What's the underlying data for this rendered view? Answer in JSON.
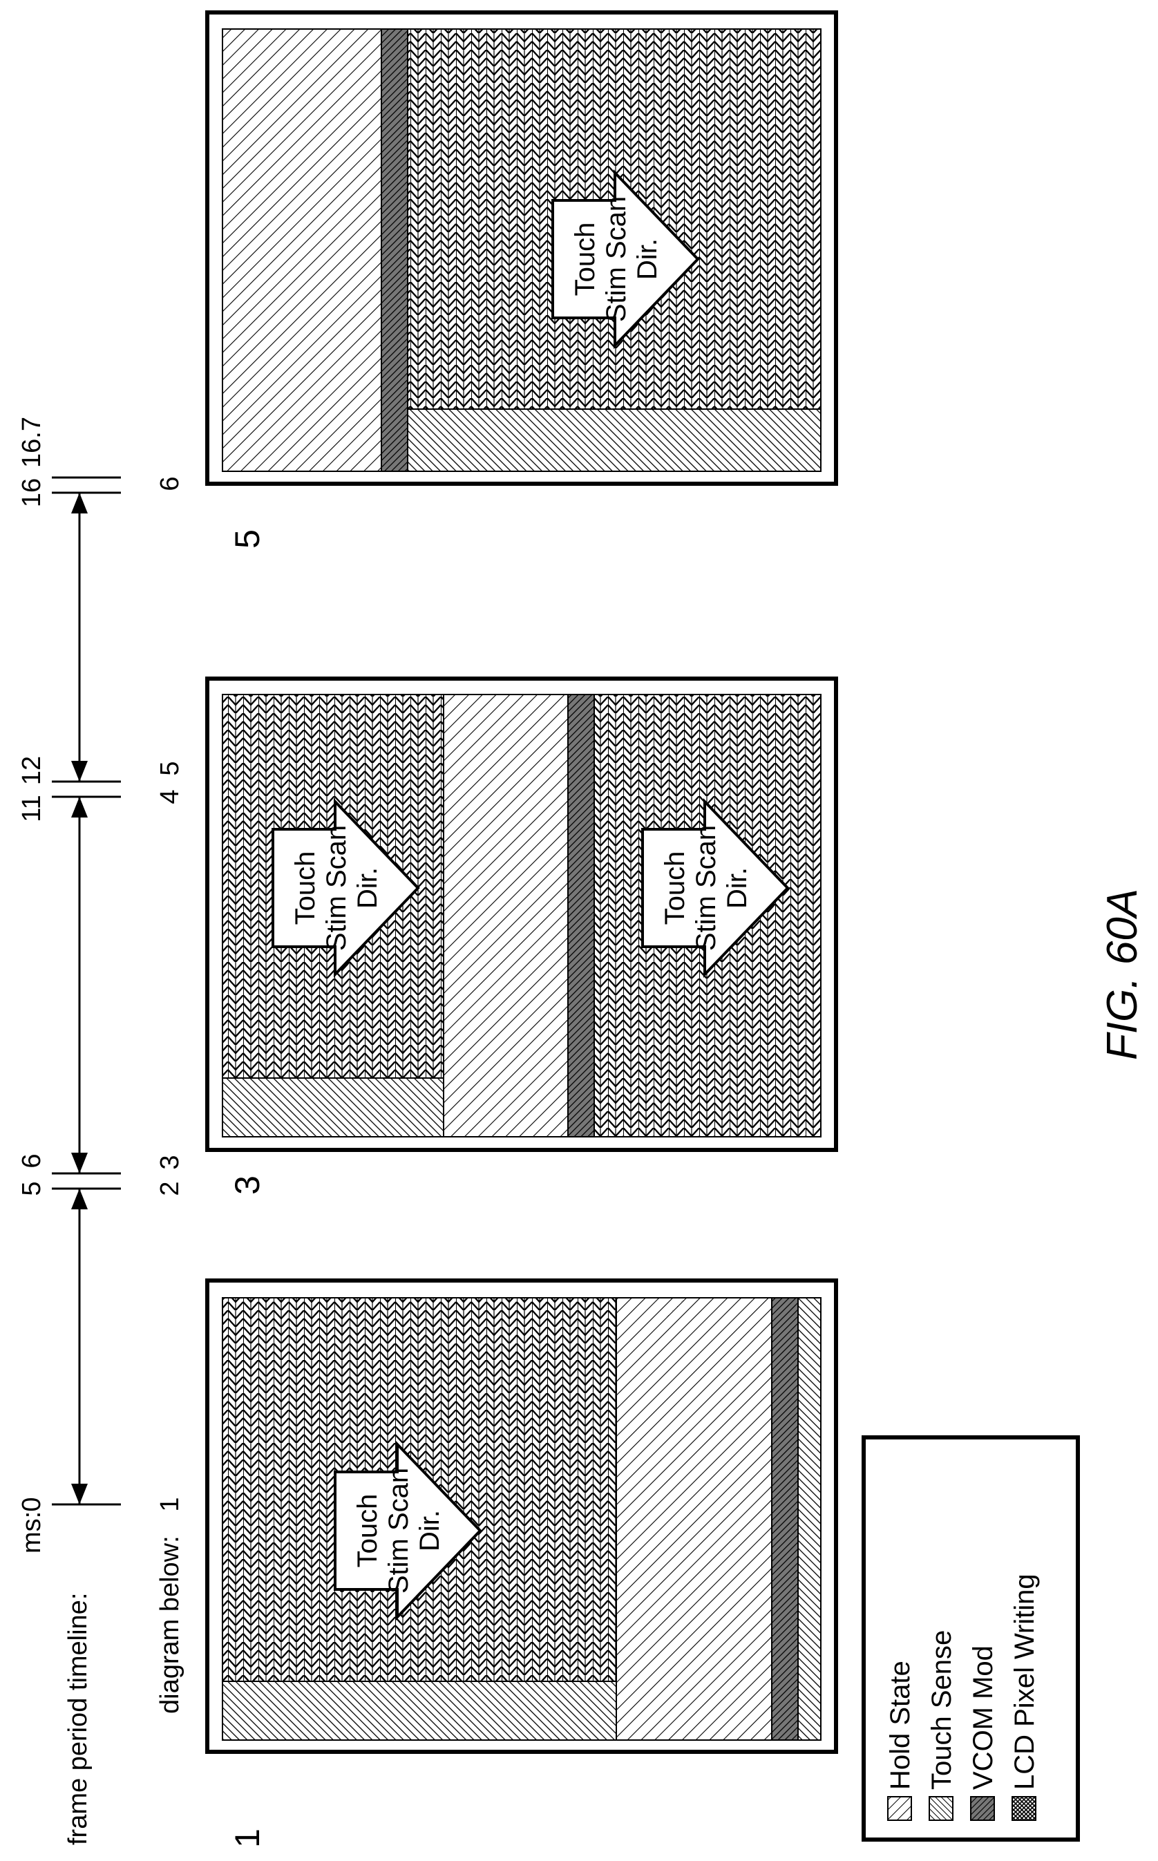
{
  "timeline": {
    "ms_label": "ms:",
    "frame_label": "frame period timeline:",
    "diagram_label": "diagram below:",
    "ms_ticks": [
      "0",
      "5",
      "6",
      "11",
      "12",
      "16",
      "16.7"
    ],
    "diagram_ticks": [
      "1",
      "2",
      "3",
      "4",
      "5",
      "6"
    ]
  },
  "panels": [
    {
      "number": "1",
      "arrow_text": [
        "Touch",
        "Stim Scan",
        "Dir."
      ]
    },
    {
      "number": "3",
      "arrow_text": [
        "Touch",
        "Stim Scan",
        "Dir."
      ],
      "arrow_text_2": [
        "Touch",
        "Stim Scan",
        "Dir."
      ]
    },
    {
      "number": "5",
      "arrow_text": [
        "Touch",
        "Stim Scan",
        "Dir."
      ]
    }
  ],
  "legend": {
    "items": [
      "Hold State",
      "Touch Sense",
      "VCOM Mod",
      "LCD Pixel Writing"
    ]
  },
  "figure_label": "FIG. 60A"
}
